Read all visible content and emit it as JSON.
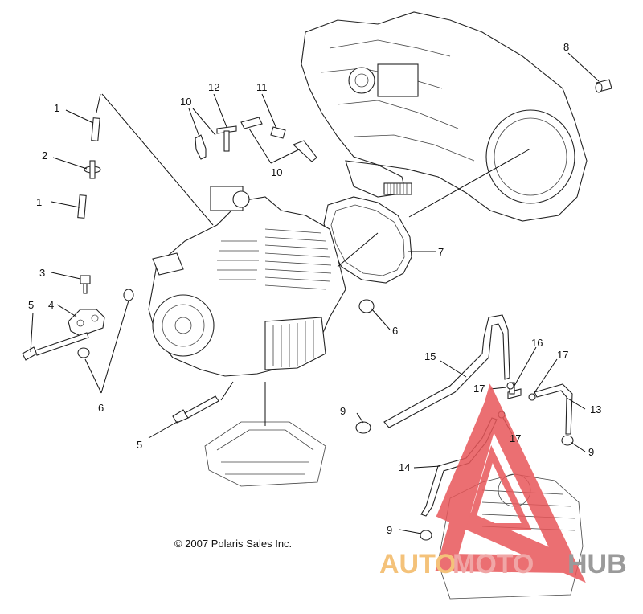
{
  "diagram": {
    "callouts": [
      {
        "id": "c1a",
        "text": "1"
      },
      {
        "id": "c2",
        "text": "2"
      },
      {
        "id": "c1b",
        "text": "1"
      },
      {
        "id": "c3",
        "text": "3"
      },
      {
        "id": "c4",
        "text": "4"
      },
      {
        "id": "c5a",
        "text": "5"
      },
      {
        "id": "c6a",
        "text": "6"
      },
      {
        "id": "c5b",
        "text": "5"
      },
      {
        "id": "c10a",
        "text": "10"
      },
      {
        "id": "c12",
        "text": "12"
      },
      {
        "id": "c11",
        "text": "11"
      },
      {
        "id": "c10b",
        "text": "10"
      },
      {
        "id": "c8",
        "text": "8"
      },
      {
        "id": "c7",
        "text": "7"
      },
      {
        "id": "c6b",
        "text": "6"
      },
      {
        "id": "c9a",
        "text": "9"
      },
      {
        "id": "c15",
        "text": "15"
      },
      {
        "id": "c16",
        "text": "16"
      },
      {
        "id": "c17a",
        "text": "17"
      },
      {
        "id": "c17b",
        "text": "17"
      },
      {
        "id": "c13",
        "text": "13"
      },
      {
        "id": "c17c",
        "text": "17"
      },
      {
        "id": "c9b",
        "text": "9"
      },
      {
        "id": "c14",
        "text": "14"
      },
      {
        "id": "c9c",
        "text": "9"
      }
    ],
    "copyright": "© 2007 Polaris Sales Inc."
  },
  "watermark": {
    "part1": "AUTO",
    "part2": "MOTO",
    "part3": "HUB",
    "color_auto": "#f4c27a",
    "color_moto": "#f0a6a6",
    "color_hub": "#9a9a9a",
    "triangle_color": "#e8575a"
  }
}
